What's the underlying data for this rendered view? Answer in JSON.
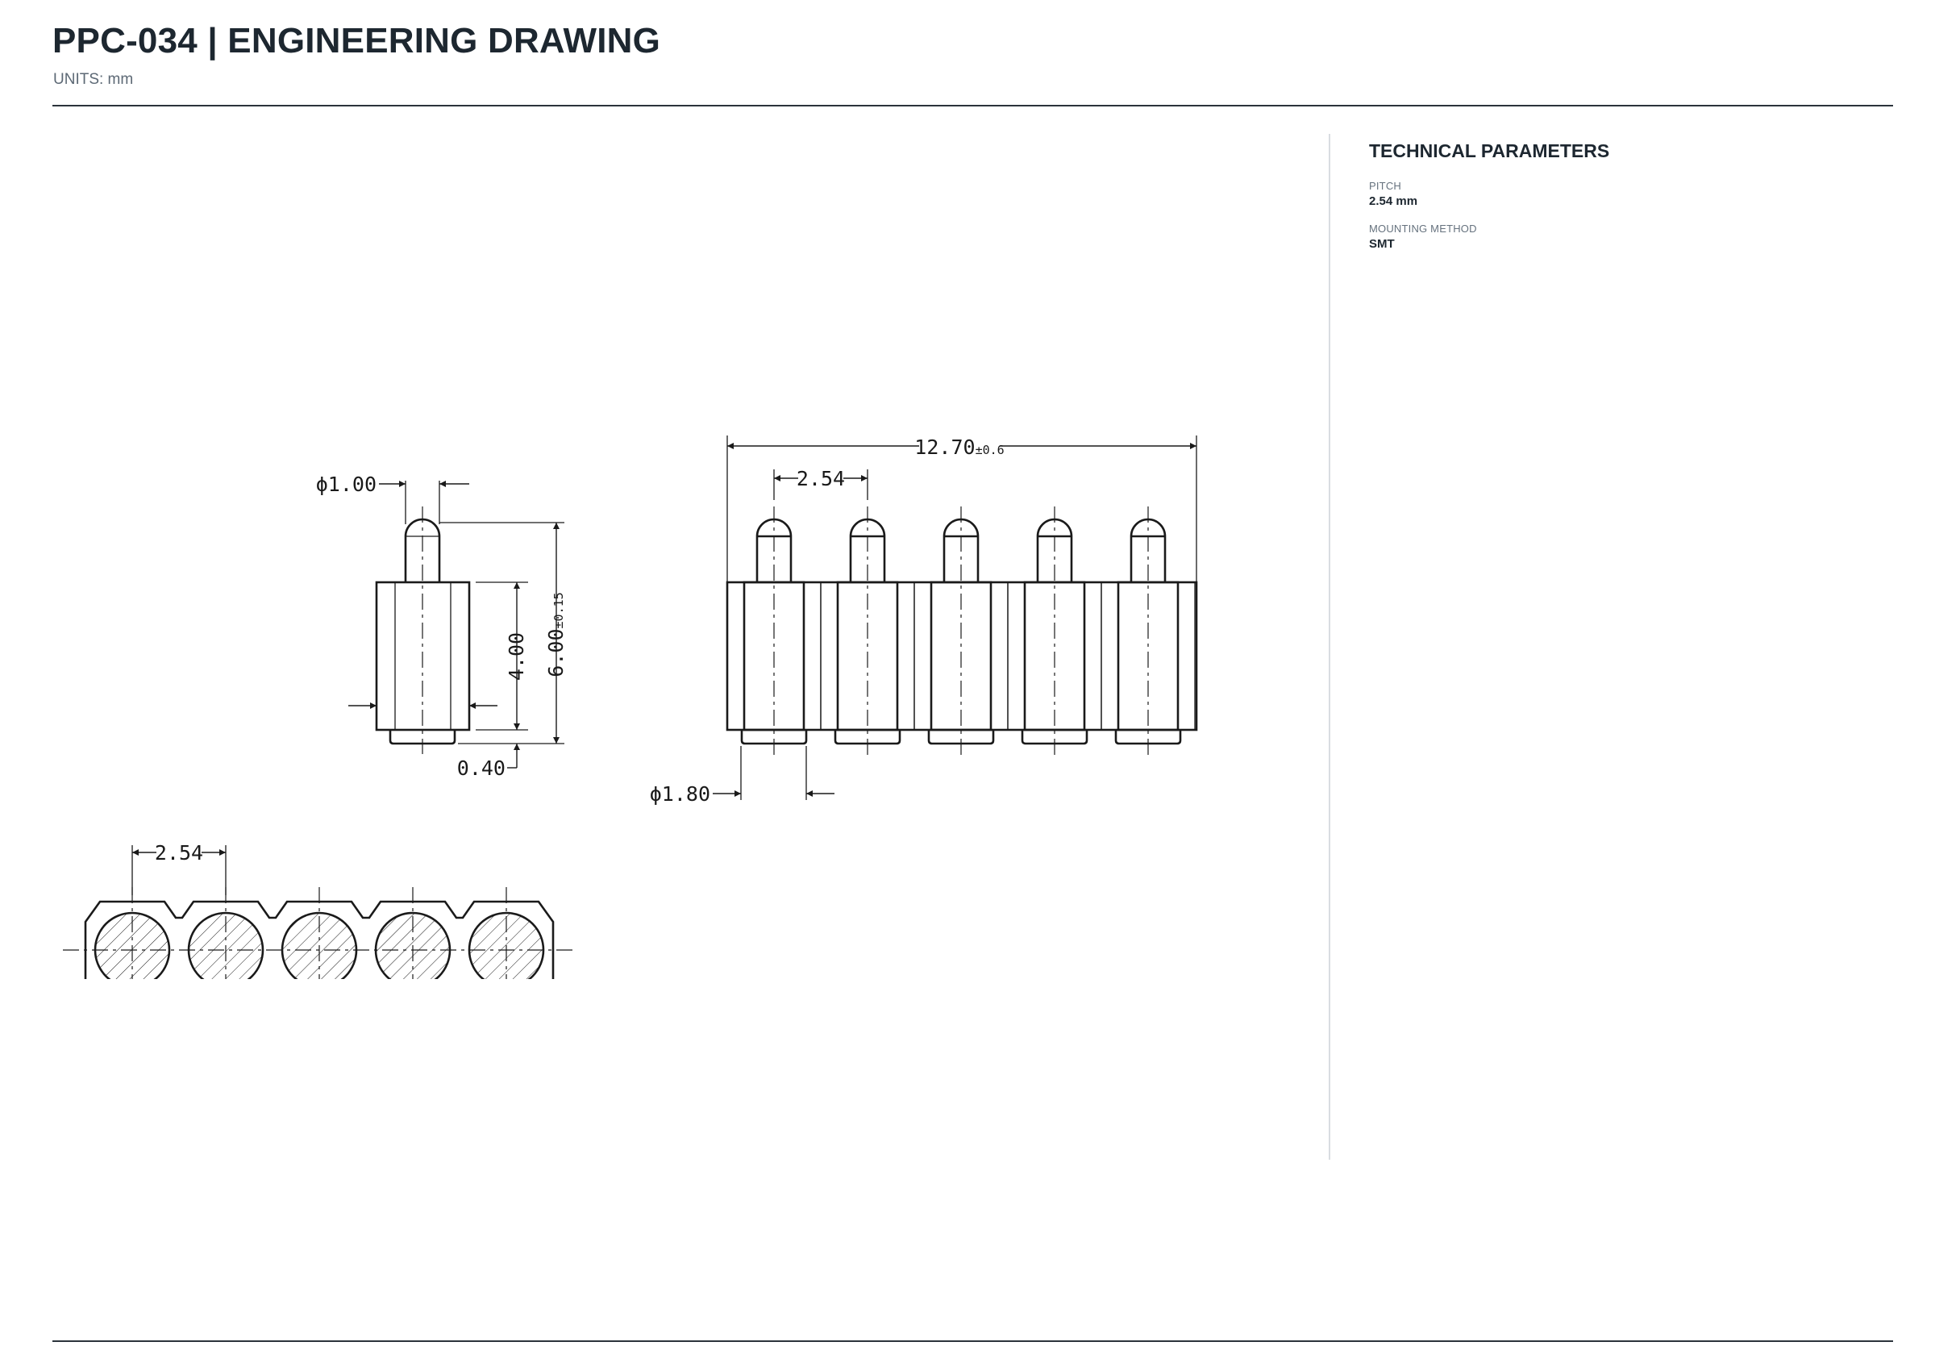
{
  "header": {
    "title": "PPC-034  |  ENGINEERING DRAWING",
    "units": "UNITS: mm"
  },
  "parameters": {
    "title": "TECHNICAL PARAMETERS",
    "items": [
      {
        "label": "PITCH",
        "value": "2.54 mm"
      },
      {
        "label": "MOUNTING METHOD",
        "value": "SMT"
      }
    ]
  },
  "dimensions": {
    "side_pin_diameter": "ϕ1.00",
    "side_body_height": "4.00",
    "side_total_height": "6.00",
    "side_total_height_tol": "±0.15",
    "side_tail_height": "0.40",
    "front_total_length": "12.70",
    "front_total_length_tol": "±0.6",
    "front_pitch": "2.54",
    "front_body_diameter": "ϕ1.80",
    "bottom_pitch": "2.54"
  },
  "connector": {
    "pin_count": 5
  }
}
